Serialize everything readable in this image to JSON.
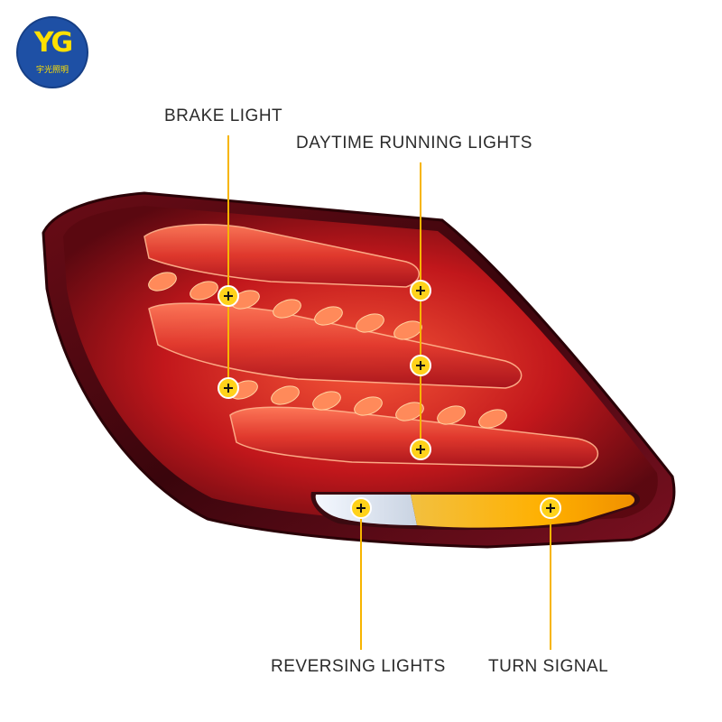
{
  "logo": {
    "icon": "yuguang-logo",
    "text": "宇光照明",
    "mark": "YG"
  },
  "colors": {
    "callout_line": "#f7b500",
    "lamp_red": "#d8201e",
    "amber": "#ffb400",
    "reverse_white": "#e8eef7"
  },
  "callouts": {
    "brake_light": "BRAKE LIGHT",
    "daytime_running_lights": "DAYTIME RUNNING LIGHTS",
    "reversing_lights": "REVERSING LIGHTS",
    "turn_signal": "TURN SIGNAL"
  }
}
